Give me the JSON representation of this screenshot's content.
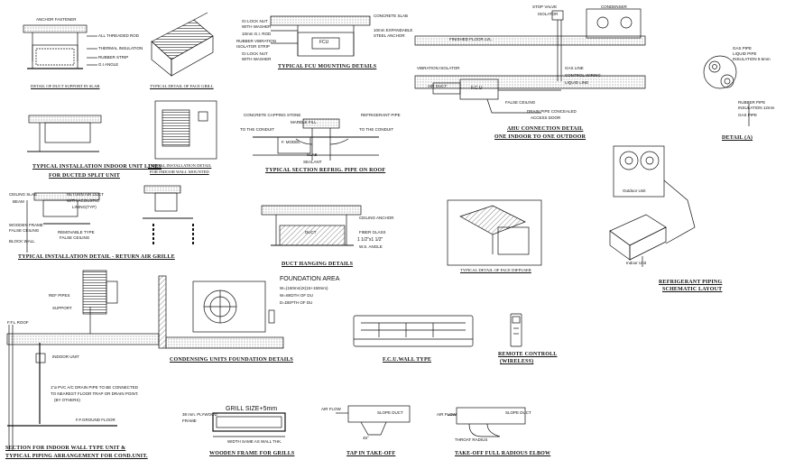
{
  "titles": {
    "detail_duct_support": "DETAIL OF DUCT SUPPORT IN SLAB",
    "fresh_air_grill": "TYPICAL DETAIL OF FACE GRILL",
    "fcu_mounting": "TYPICAL FCU MOUNTING DETAILS",
    "install_indoor": "TYPICAL INSTALLATION INDOOR UNIT LINES",
    "install_indoor_2": "FOR DUCTED SPLIT UNIT",
    "install_wall": "TYPICAL INSTALLATION DETAIL",
    "install_wall_2": "FOR INDOOR WALL MOUNTED",
    "refrig_pipe": "TYPICAL SECTION REFRIG. PIPE ON ROOF",
    "ahu_connection": "AHU CONNECTION DETAIL",
    "ahu_connection_2": "ONE INDOOR TO ONE OUTDOOR",
    "detail_a": "DETAIL (A)",
    "return_air": "TYPICAL INSTALLATION DETAIL - RETURN AIR GRILLE",
    "duct_hanging": "DUCT HANGING DETAILS",
    "face_diffuser": "TYPICAL DETAIL OF FACE DIFFUSER",
    "refrig_schematic": "REFRIGERANT PIPING",
    "refrig_schematic_2": "SCHEMATIC LAYOUT",
    "condensing_foundation": "CONDENSING UNITS FOUNDATION DETAILS",
    "fcu_wall": "F.C.U.WALL TYPE",
    "remote": "REMOTE CONTROLL",
    "remote_2": "(WIRELESS)",
    "section_indoor": "SECTION FOR INDOOR WALL TYPE UNIT &",
    "section_indoor_2": "TYPICAL PIPING ARRANGEMENT FOR COND.UNIT.",
    "wooden_frame": "WOODEN FRAME FOR GRILLS",
    "tap_takeoff": "TAP IN TAKE-OFF",
    "takeoff_elbow": "TAKE-OFF FULL RADIOUS ELBOW"
  },
  "labels": {
    "anchor_fastener": "ANCHOR FASTENER",
    "all_threaded": "ALL THREADED ROD",
    "thermal_insulation": "THERMAL INSULATION",
    "rubber_strip": "RUBBER STRIP",
    "gi_angle": "G.I ANGLE",
    "gi_lock_nut": "GI LOCK NUT",
    "with_washer": "WITH WASHER",
    "rod_10mm": "10mm G.I. ROD",
    "rubber_vibration": "RUBBER VIBRATION",
    "isolator_strip": "ISOLATOR STRIP",
    "gi_lock_nut_2": "GI LOCK NUT",
    "with_washer_2": "WITH WASHER",
    "concrete_slab": "CONCRETE SLAB",
    "expandable": "10mm EXPANDABLE",
    "steel_anchor": "STEEL ANCHOR",
    "fcu": "FCU",
    "stop_valve": "STOP VALVE",
    "isolator": "ISOLATOR",
    "condenser": "CONDENSER",
    "finished_floor": "FINISHED FLOOR LVL.",
    "vibration_isolator": "VIBRATION ISOLATOR",
    "gas_line": "GAS LINE",
    "control_wiring": "CONTROL WIRING",
    "liquid_line": "LIQUID LINE",
    "air_duct": "AIR DUCT",
    "fcu_ahu": "F.C.U",
    "false_ceiling": "FALSE CEILING",
    "drain_pipe": "DRAIN PIPE CONCEALED",
    "access_door": "ACCESS DOOR",
    "gas_pipe": "GAS PIPE",
    "liquid_pipe": "LIQUID PIPE",
    "insulation": "INSULATION 9.5mm",
    "rubber_pipe": "RUBBER PIPE",
    "insulation_2": "INSULATION 12mm",
    "gas_pipe_2": "GAS PIPE",
    "concrete_capping": "CONCRETE CAPPING STONE",
    "refrigerant_pipe": "REFRIGERANT PIPE",
    "marble_fill": "MARBLE FILL",
    "to_conduit": "TO THE CONDUIT",
    "to_conduit_2": "TO THE CONDUIT",
    "f_model": "F. MODEL",
    "slab": "SLAB",
    "sealant": "SEALANT",
    "ceiling_slab": "CEILING SLAB",
    "beam": "BEAM",
    "return_air_duct": "RETURN AIR DUCT",
    "with_acoustic": "WITH ACOUSTIC",
    "lining": "LINING(TYP)",
    "wooden_frame_lbl": "WOODEN FRAME",
    "false_ceiling_2": "FALSE CEILING",
    "removable": "REMOVABLE TYPE",
    "false_ceiling_3": "FALSE CEILING",
    "block_wall": "BLOCK WALL",
    "duct": "DUCT",
    "ceiling_anchor": "CEILING ANCHOR",
    "fiber_glass": "FIBER GLASS",
    "ws_angle": "W.S. ANGLE",
    "dims": "1 1/2\"x1 1/2\"",
    "outdoor_unit": "Outdoor Unit",
    "indoor_unit_lbl": "Indoor Unit",
    "foundation_area": "FOUNDATION AREA",
    "formula": "W=(150mm)X(15+150mm)",
    "w_width": "W=WIDTH OF DU",
    "d_depth": "D=DEPTH OF DU",
    "ref_pipes": "REF PIPES",
    "support": "SUPPORT",
    "ffl_roof": "F.F.L ROOF",
    "indoor_unit": "INDOOR UNIT",
    "pvc_note_1": "1\"ø PVC A/C DRAIN PIPE TO BE CONNECTED",
    "pvc_note_2": "TO NEAREST FLOOR TRAP OR DRAIN POINT.",
    "pvc_note_3": "(BY OTHERS)",
    "ground_floor": "F.F.GROUND FLOOR",
    "plywood": "38 mm. PLYWOOD",
    "frame": "FRAME",
    "grill_size": "GRILL SIZE+5mm",
    "width_same": "WIDTH SAME AS WALL THK.",
    "air_flow_1": "AIR FLOW",
    "slope_duct_1": "SLOPE DUCT",
    "air_flow_2": "AIR FLOW",
    "slope_duct_2": "SLOPE DUCT",
    "throat_radius": "THROAT RADIUS",
    "angle_45": "45°"
  }
}
